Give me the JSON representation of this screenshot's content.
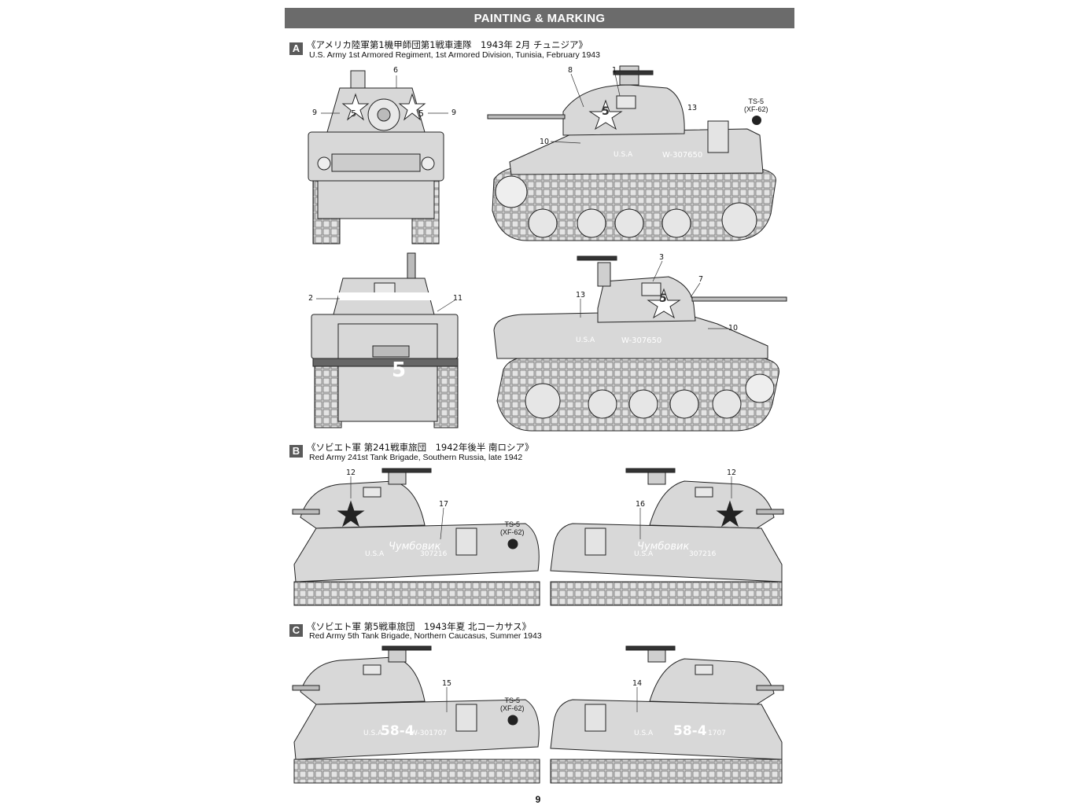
{
  "header": {
    "title": "PAINTING & MARKING"
  },
  "sections": [
    {
      "badge": "A",
      "caption_jp": "《アメリカ陸軍第1機甲師団第1戦車連隊　1943年 2月 チュニジア》",
      "caption_en": "U.S. Army 1st Armored Regiment, 1st Armored Division, Tunisia, February 1943"
    },
    {
      "badge": "B",
      "caption_jp": "《ソビエト軍 第241戦車旅団　1942年後半 南ロシア》",
      "caption_en": "Red Army 241st Tank Brigade, Southern Russia, late 1942"
    },
    {
      "badge": "C",
      "caption_jp": "《ソビエト軍 第5戦車旅団　1943年夏 北コーカサス》",
      "caption_en": "Red Army 5th Tank Brigade, Northern Caucasus, Summer 1943"
    }
  ],
  "paint": {
    "code": "TS-5",
    "sub": "(XF-62)"
  },
  "callouts": {
    "a_front": [
      "6",
      "9",
      "9"
    ],
    "a_left": [
      "8",
      "1",
      "13",
      "10"
    ],
    "a_rear": [
      "2",
      "11"
    ],
    "a_right": [
      "3",
      "7",
      "13",
      "10"
    ],
    "b_left": [
      "12",
      "17"
    ],
    "b_right": [
      "12",
      "16"
    ],
    "c_left": [
      "15"
    ],
    "c_right": [
      "14"
    ]
  },
  "markings": {
    "turret_number": "5",
    "hull_usa": "U.S.A",
    "a_serial": "W-307650",
    "b_slogan": "Чумбовик",
    "b_serial": "307216",
    "c_tactical": "58-4",
    "c_serial": "W-301707",
    "c_serial_short": "1707"
  },
  "page_number": "9"
}
